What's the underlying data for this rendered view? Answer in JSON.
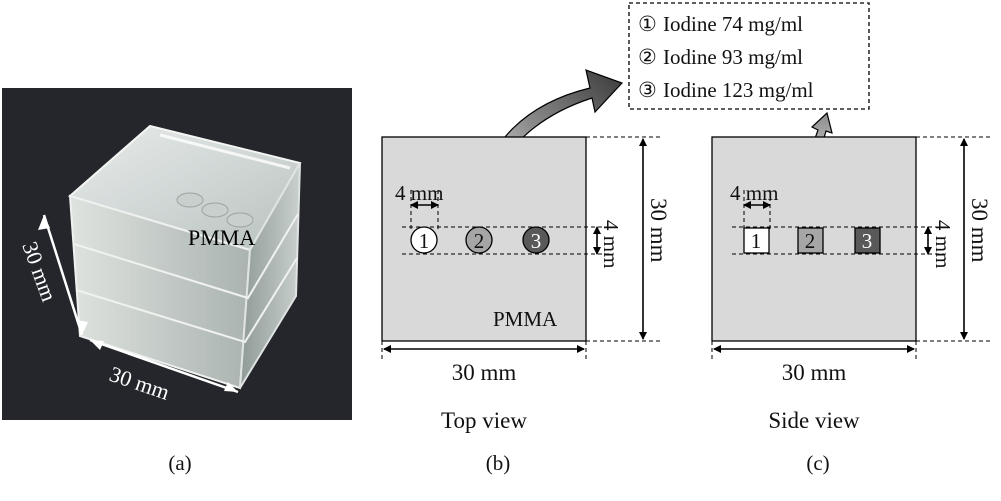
{
  "legend": {
    "items": [
      {
        "num": "①",
        "text": "Iodine 74 mg/ml"
      },
      {
        "num": "②",
        "text": "Iodine 93 mg/ml"
      },
      {
        "num": "③",
        "text": "Iodine 123 mg/ml"
      }
    ]
  },
  "photo": {
    "material_label": "PMMA",
    "dim_width": "30 mm",
    "dim_depth": "30 mm",
    "caption": "(a)"
  },
  "top_view": {
    "material_label": "PMMA",
    "spacing_label": "4 mm",
    "height_label": "4 mm",
    "side_label": "30 mm",
    "bottom_label": "30 mm",
    "view_title": "Top view",
    "caption": "(b)",
    "markers": [
      "1",
      "2",
      "3"
    ],
    "colors": {
      "panel": "#d9d9d9",
      "m1": "#ffffff",
      "m2": "#a6a6a6",
      "m3": "#595959"
    }
  },
  "side_view": {
    "spacing_label": "4 mm",
    "height_label": "4 mm",
    "side_label": "30 mm",
    "bottom_label": "30 mm",
    "view_title": "Side view",
    "caption": "(c)",
    "markers": [
      "1",
      "2",
      "3"
    ],
    "colors": {
      "panel": "#d9d9d9",
      "m1": "#ffffff",
      "m2": "#a6a6a6",
      "m3": "#595959"
    }
  }
}
